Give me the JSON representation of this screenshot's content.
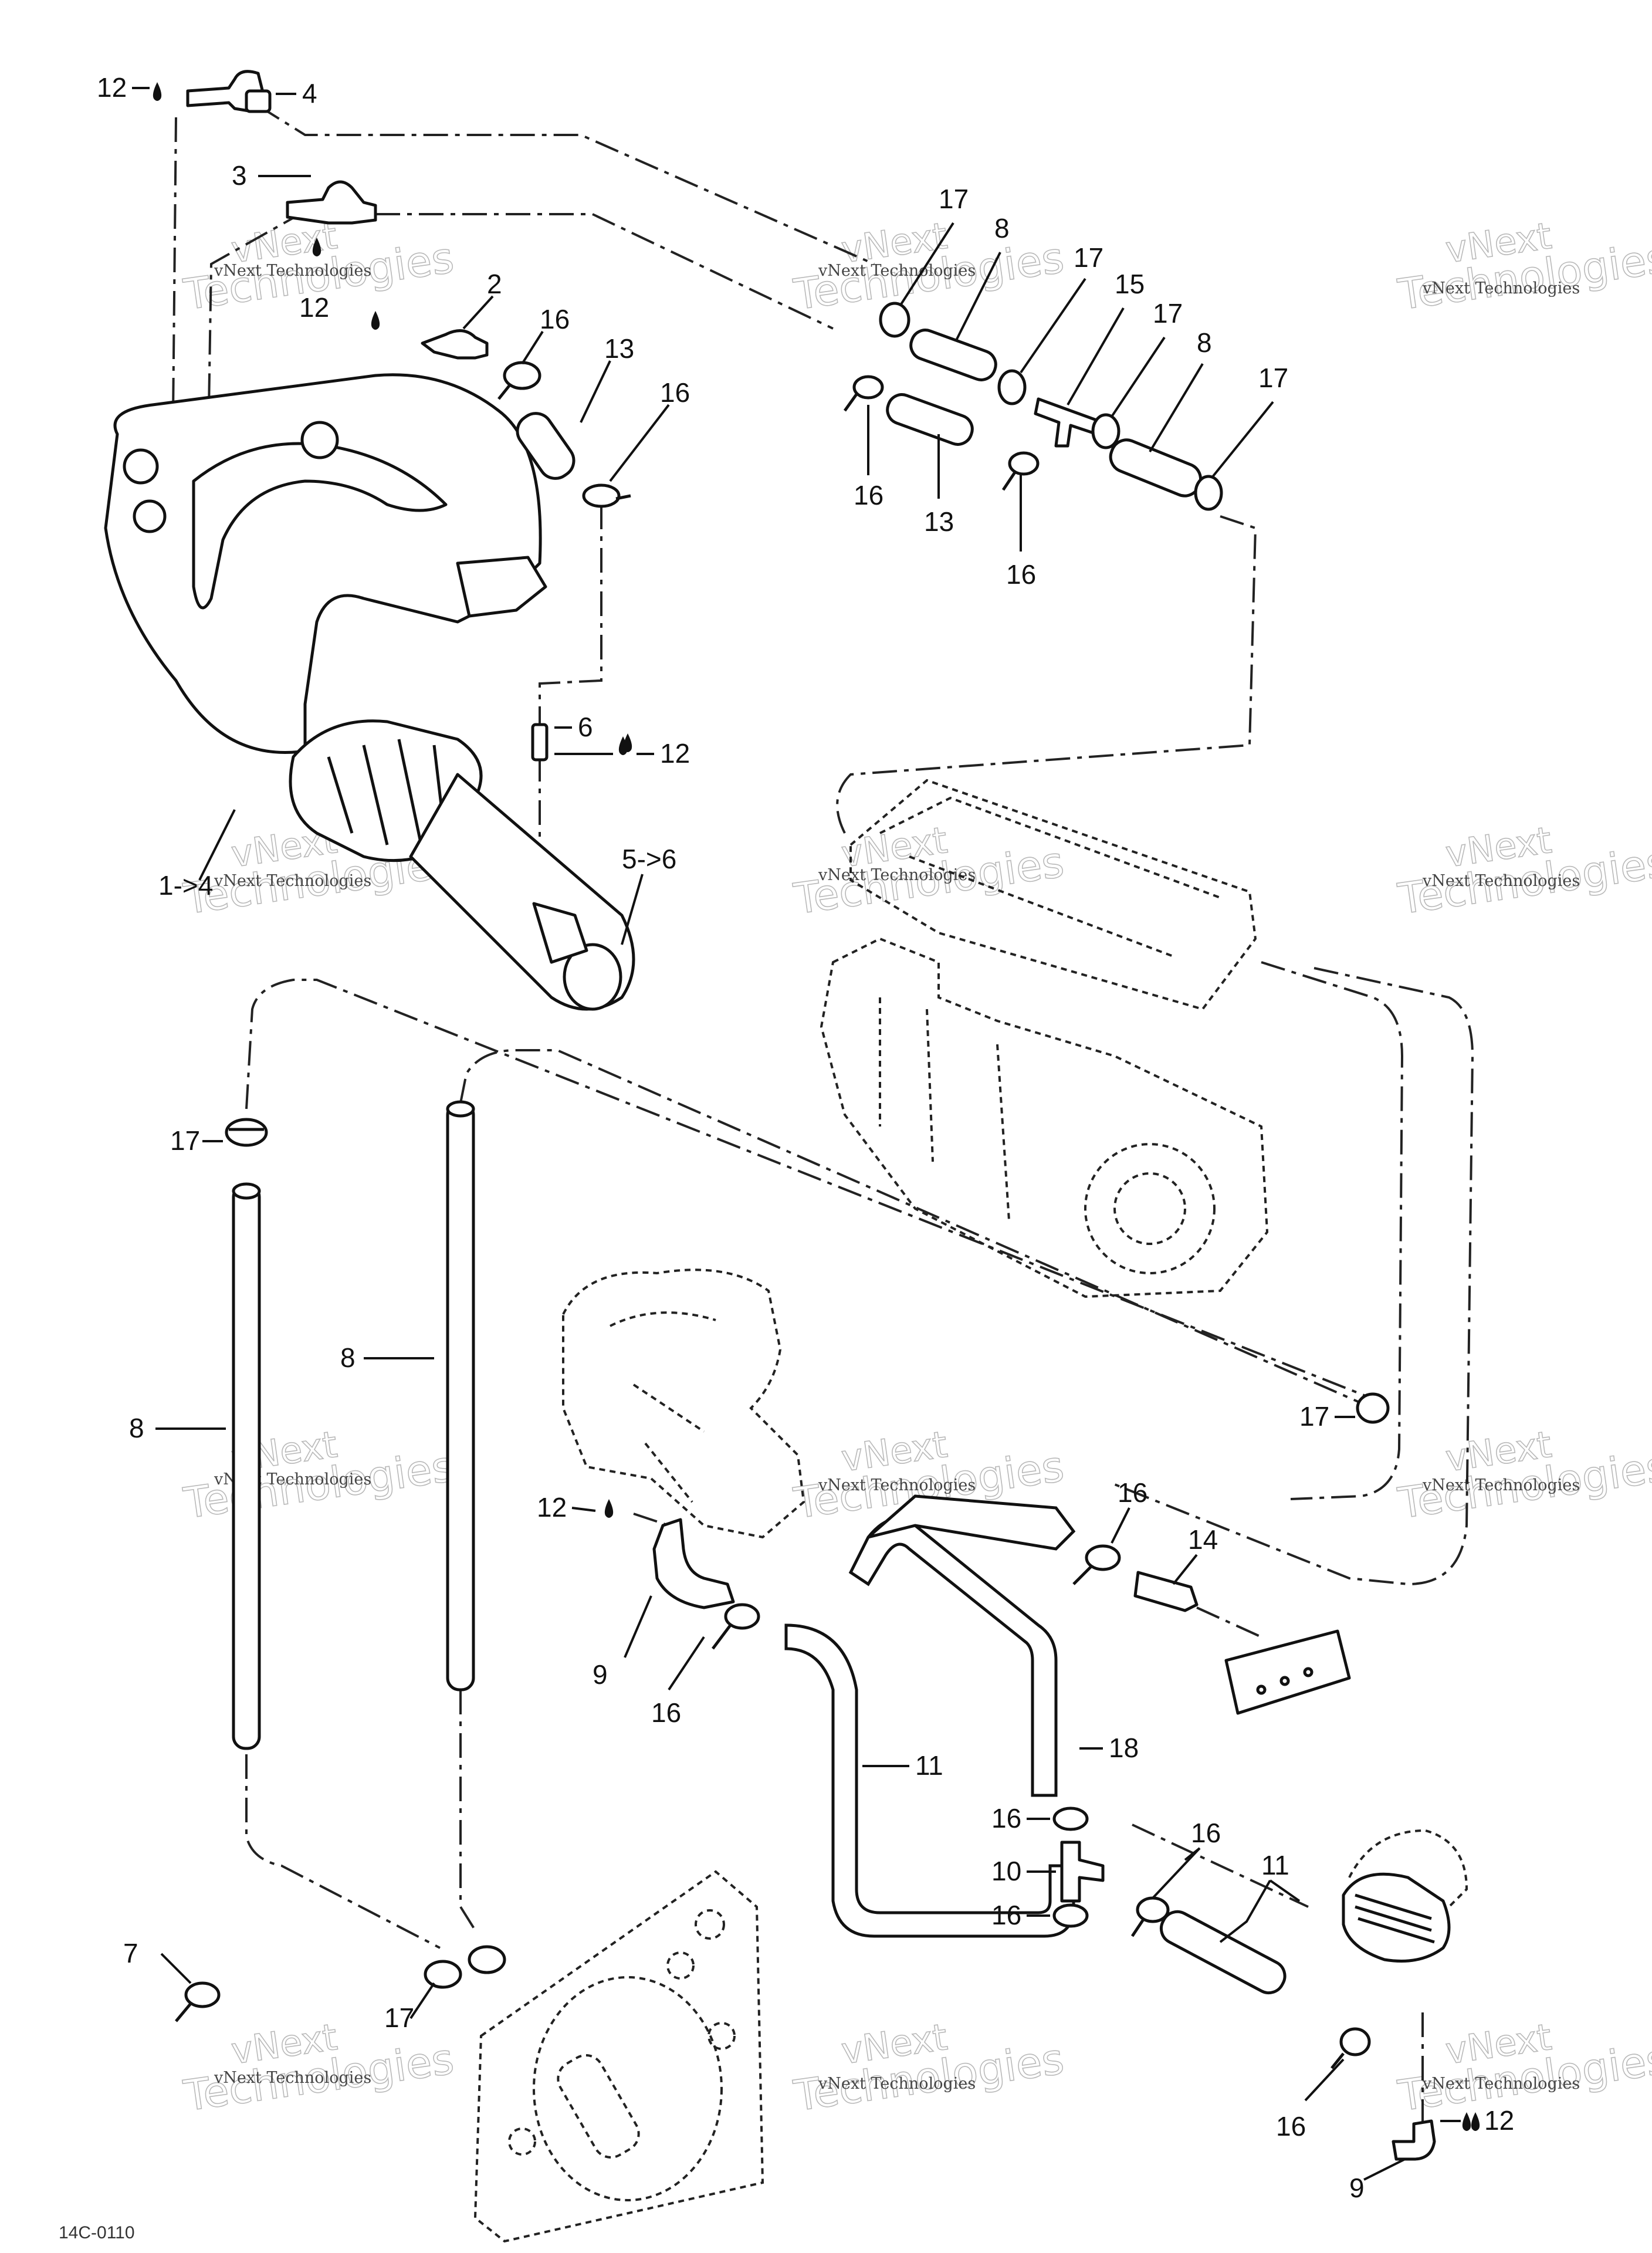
{
  "watermark": {
    "line1": "vNext",
    "line2": "Technologies",
    "small": "vNext Technologies"
  },
  "callouts": {
    "c_12a": "12",
    "c_4": "4",
    "c_3": "3",
    "c_12b": "12",
    "c_2": "2",
    "c_16a": "16",
    "c_13a": "13",
    "c_16b": "16",
    "c_17a": "17",
    "c_8a": "8",
    "c_17b": "17",
    "c_15": "15",
    "c_17c": "17",
    "c_8b": "8",
    "c_17d": "17",
    "c_16c": "16",
    "c_13b": "13",
    "c_16d": "16",
    "c_6": "6",
    "c_12c": "12",
    "c_1_4": "1->4",
    "c_5_6": "5->6",
    "c_17e": "17",
    "c_8c": "8",
    "c_8d": "8",
    "c_17f": "17",
    "c_12d": "12",
    "c_9a": "9",
    "c_16e": "16",
    "c_11a": "11",
    "c_16f": "16",
    "c_14": "14",
    "c_18": "18",
    "c_16g": "16",
    "c_10": "10",
    "c_16h": "16",
    "c_16i": "16",
    "c_11b": "11",
    "c_7": "7",
    "c_17g": "17",
    "c_12e": "12",
    "c_16j": "16",
    "c_9b": "9"
  },
  "figure_ref": "14C-0110"
}
